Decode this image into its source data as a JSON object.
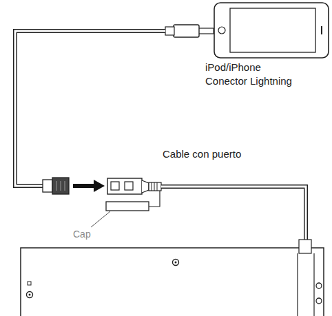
{
  "diagram": {
    "labels": [
      "iPod/iPhone Conector Lightning",
      "Cable con puerto",
      "Cap"
    ]
  }
}
